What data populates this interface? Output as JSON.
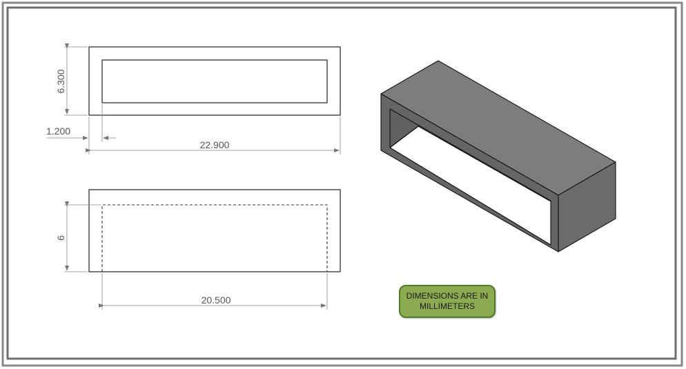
{
  "drawing": {
    "dimensions": {
      "height_top": "6.300",
      "wall_thickness": "1.200",
      "length_outer": "22.900",
      "height_inner": "6",
      "length_inner": "20.500"
    },
    "note": {
      "line1": "DIMENSIONS ARE IN",
      "line2": "MILLIMETERS"
    },
    "colors": {
      "frame_outer": "#8a8a8a",
      "frame_inner": "#6e6e6e",
      "note_fill": "#8cab50",
      "note_border": "#4e7a2b",
      "solid_top": "#7b7b7b",
      "solid_front": "#6a6a6a",
      "solid_side": "#5f5f5f"
    }
  }
}
